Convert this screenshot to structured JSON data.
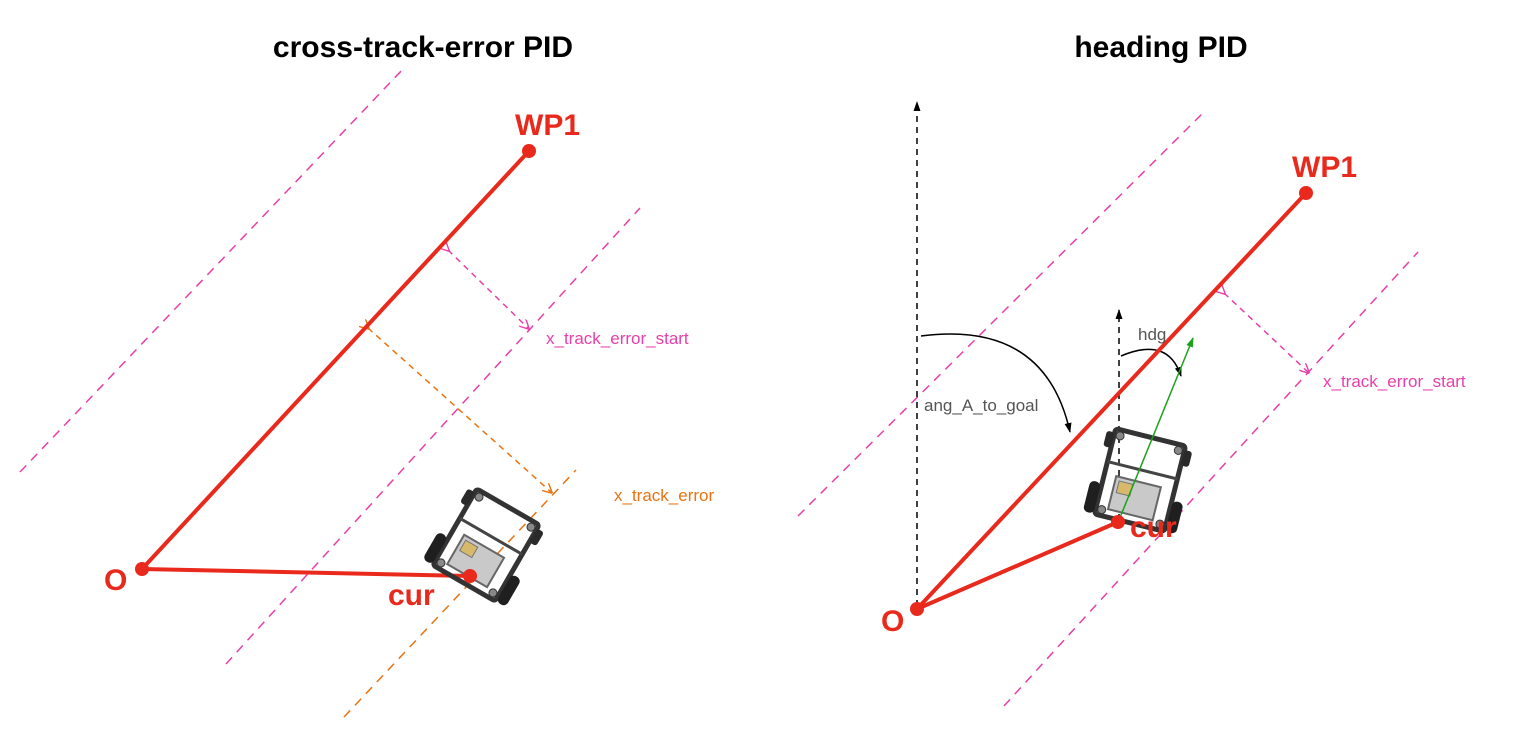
{
  "colors": {
    "path": "#e8291c",
    "track_boundary": "#e83fa9",
    "track_error": "#e97312",
    "axis": "#000000",
    "heading": "#1aa31a",
    "angle_text": "#555555"
  },
  "left_panel": {
    "title": "cross-track-error PID",
    "origin_label": "O",
    "waypoint_label": "WP1",
    "current_label": "cur",
    "x_track_error_start_label": "x_track_error_start",
    "x_track_error_label": "x_track_error"
  },
  "right_panel": {
    "title": "heading PID",
    "origin_label": "O",
    "waypoint_label": "WP1",
    "current_label": "cur",
    "x_track_error_start_label": "x_track_error_start",
    "angle_label": "ang_A_to_goal",
    "heading_label": "hdg"
  },
  "icons": {
    "robot": "robot-rover-icon"
  }
}
